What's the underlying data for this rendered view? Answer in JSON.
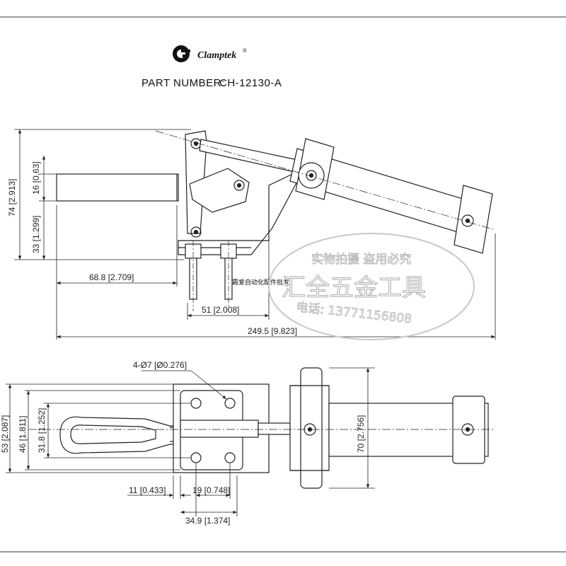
{
  "header": {
    "brand": "Clamptek",
    "registered": "®",
    "part_number_label": "PART NUMBER:",
    "part_number": "CH-12130-A"
  },
  "side_view": {
    "dim_total_height": "74 [2.913]",
    "dim_upper": "16 [0.63]",
    "dim_lower": "33 [1.299]",
    "dim_handle_length": "68.8 [2.709]",
    "dim_bolt_spacing": "51 [2.008]",
    "dim_overall_length": "249.5 [9.823]"
  },
  "top_view": {
    "hole_callout": "4-Ø7 [Ø0.276]",
    "dim_outer_width": "53 [2.087]",
    "dim_mid_width": "46 [1.811]",
    "dim_inner_width": "31.8 [1.252]",
    "dim_flange_offset": "11 [0.433]",
    "dim_hole_spacing": "19 [0.748]",
    "dim_base_length": "34.9 [1.374]",
    "dim_cylinder_height": "70 [2.756]"
  },
  "watermark": {
    "line1": "实物拍摄 盗用必究",
    "line2": "汇全五金工具",
    "line3": "电话: 13771156808",
    "seller_note": "霞爱自动化配件批发"
  }
}
